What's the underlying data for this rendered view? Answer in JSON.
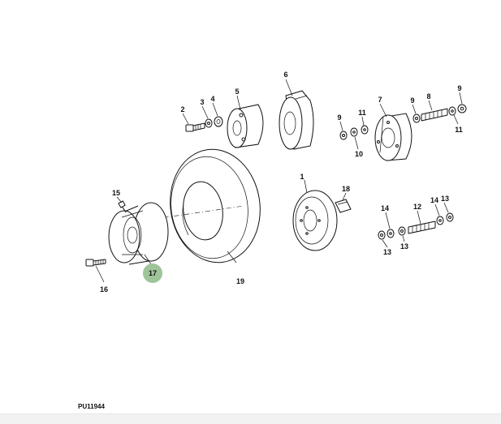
{
  "figure_code": "PU11944",
  "highlight_color": "#9fc49a",
  "callouts": [
    {
      "id": "c1",
      "label": "1"
    },
    {
      "id": "c2",
      "label": "2"
    },
    {
      "id": "c3",
      "label": "3"
    },
    {
      "id": "c4",
      "label": "4"
    },
    {
      "id": "c5",
      "label": "5"
    },
    {
      "id": "c6",
      "label": "6"
    },
    {
      "id": "c7",
      "label": "7"
    },
    {
      "id": "c8",
      "label": "8"
    },
    {
      "id": "c9a",
      "label": "9"
    },
    {
      "id": "c9b",
      "label": "9"
    },
    {
      "id": "c9c",
      "label": "9"
    },
    {
      "id": "c10",
      "label": "10"
    },
    {
      "id": "c11a",
      "label": "11"
    },
    {
      "id": "c11b",
      "label": "11"
    },
    {
      "id": "c12",
      "label": "12"
    },
    {
      "id": "c13a",
      "label": "13"
    },
    {
      "id": "c13b",
      "label": "13"
    },
    {
      "id": "c13c",
      "label": "13"
    },
    {
      "id": "c14a",
      "label": "14"
    },
    {
      "id": "c14b",
      "label": "14"
    },
    {
      "id": "c15",
      "label": "15"
    },
    {
      "id": "c16",
      "label": "16"
    },
    {
      "id": "c17",
      "label": "17"
    },
    {
      "id": "c18",
      "label": "18"
    },
    {
      "id": "c19",
      "label": "19"
    }
  ]
}
